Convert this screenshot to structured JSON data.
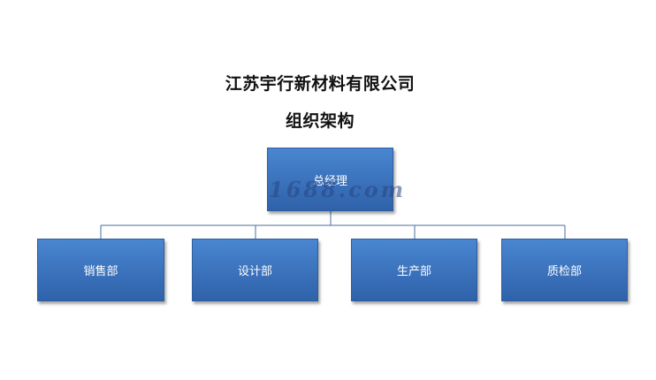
{
  "title": {
    "line1": "江苏宇行新材料有限公司",
    "line2": "组织架构"
  },
  "org": {
    "root": "总经理",
    "departments": [
      "销售部",
      "设计部",
      "生产部",
      "质检部"
    ]
  },
  "watermark": "1688.com",
  "colors": {
    "box_fill": "#3d75bf",
    "box_border": "#2d5c9e",
    "connector": "#4a6f9e",
    "box_text": "#ffffff",
    "title_text": "#111111"
  }
}
